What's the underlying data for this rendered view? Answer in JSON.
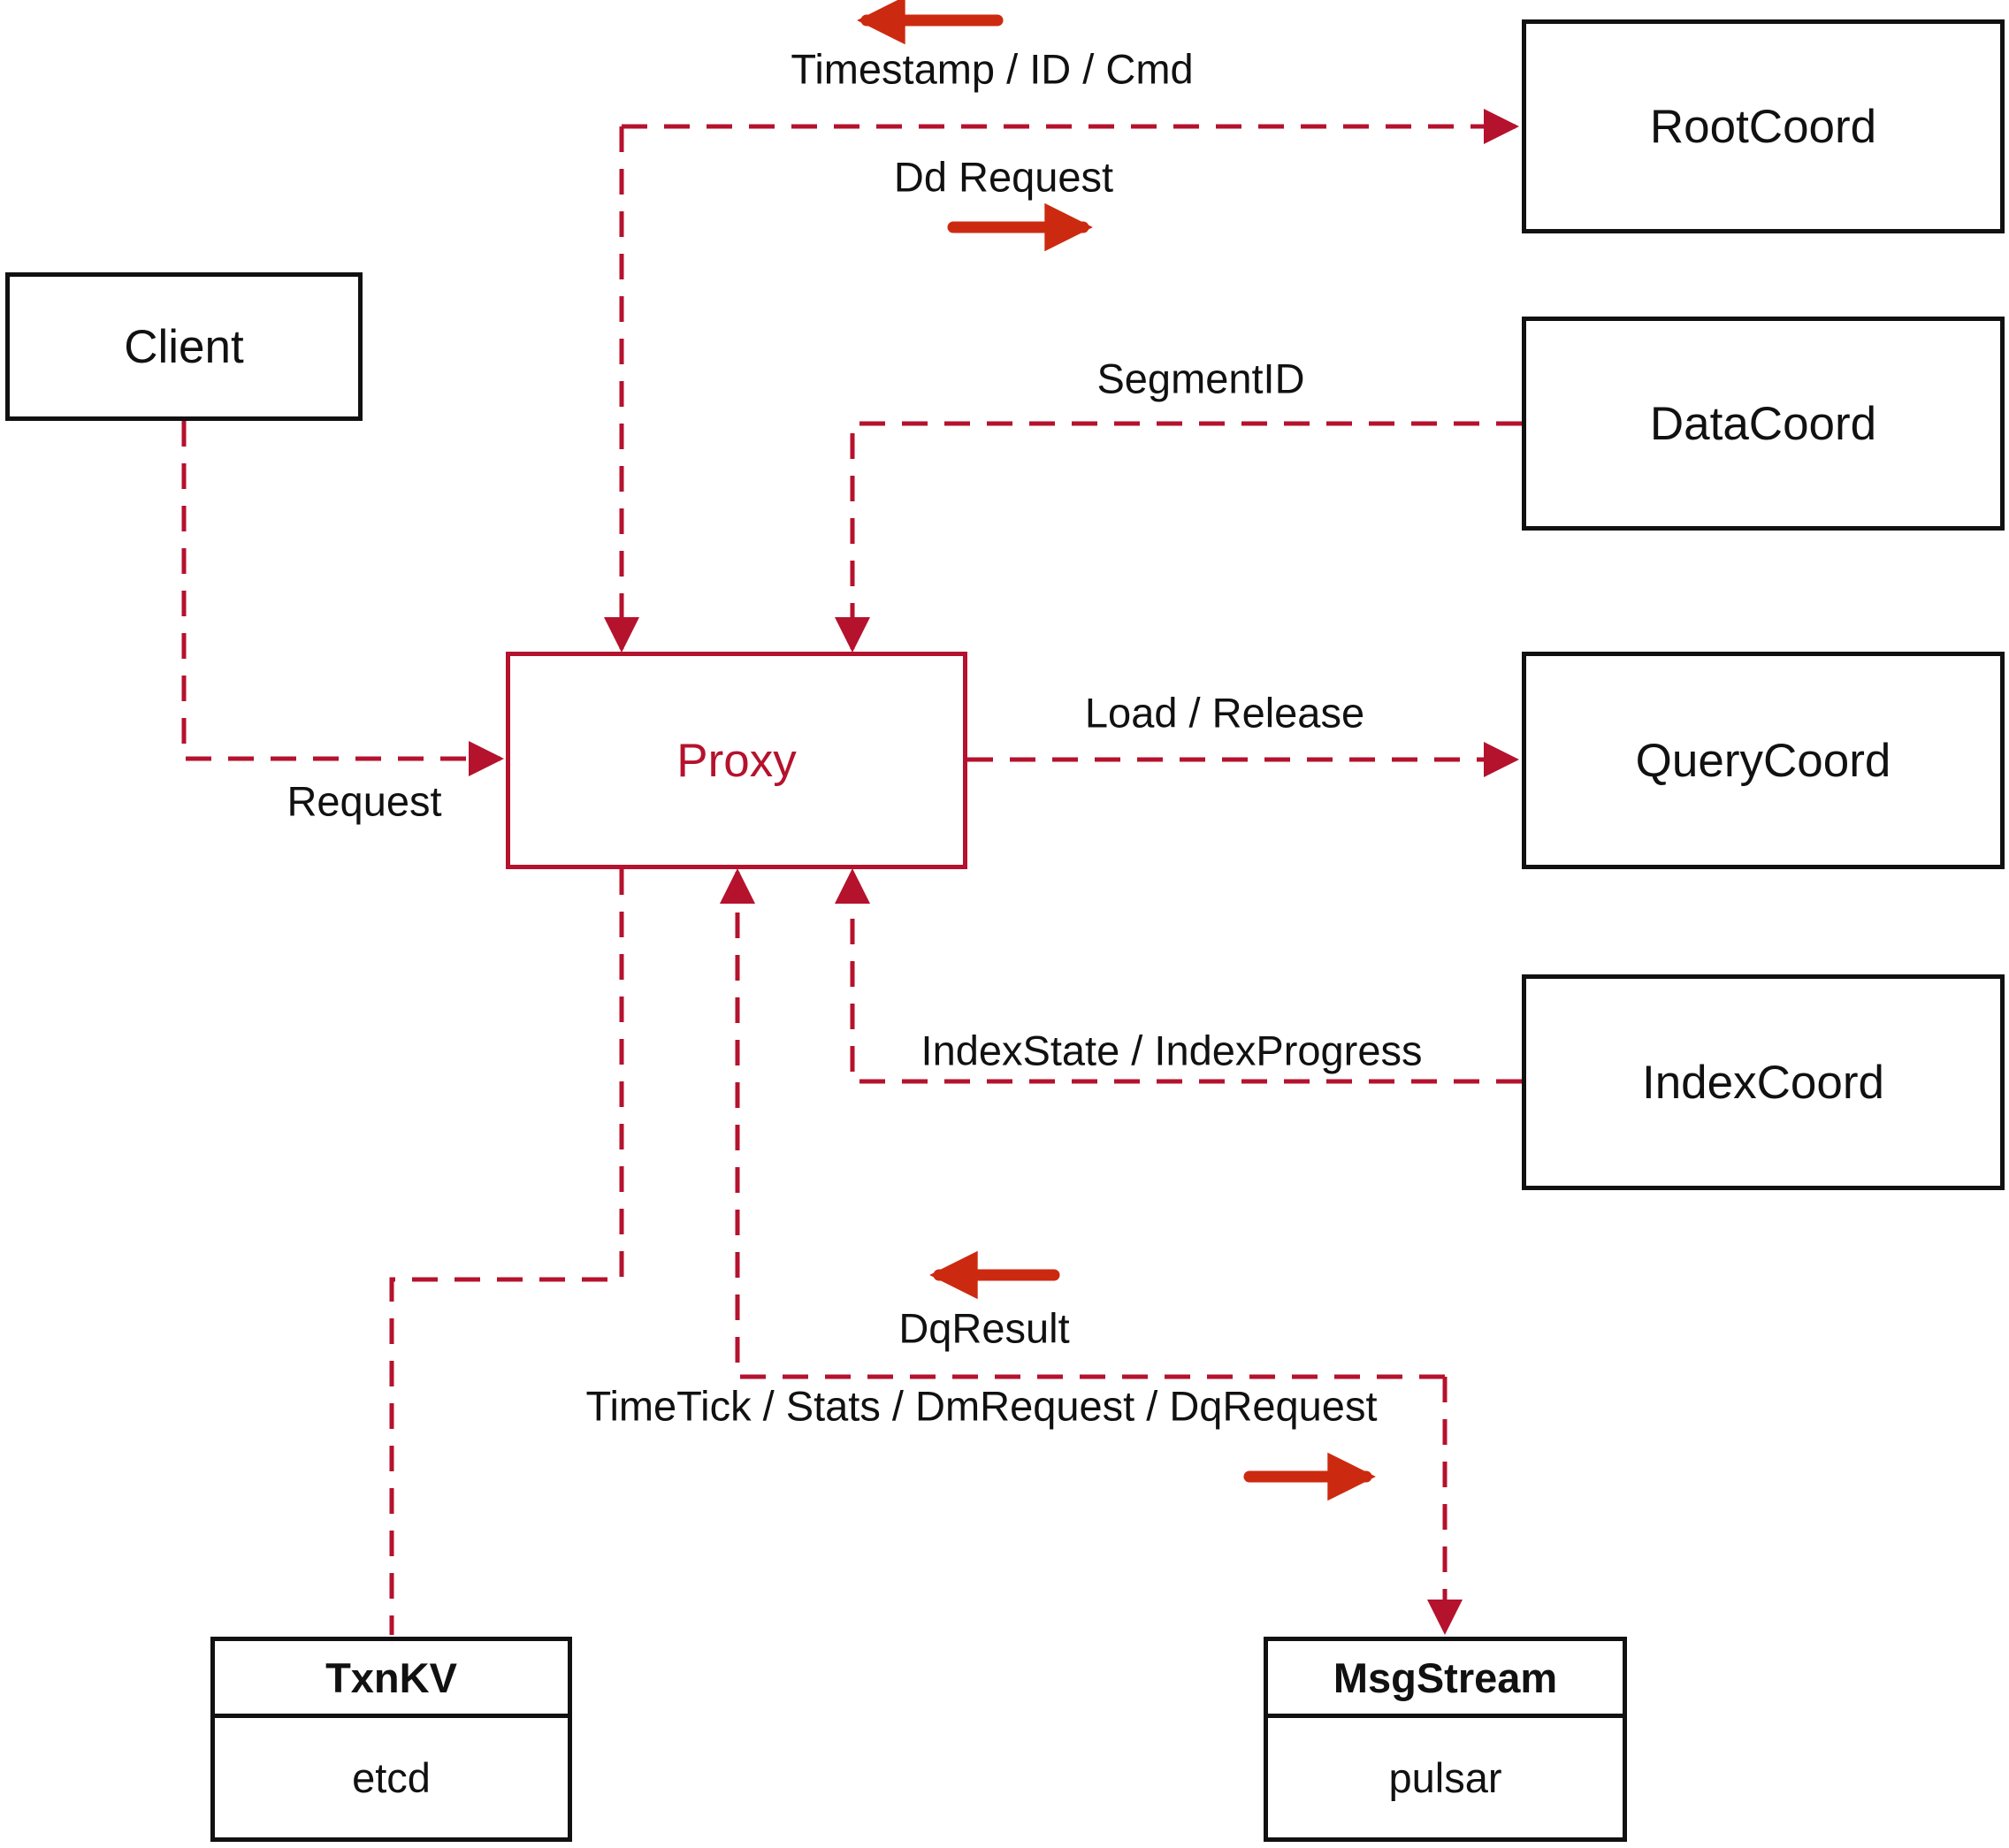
{
  "colors": {
    "connector": "#b5122d",
    "solid_arrow": "#cc2a10",
    "box_border": "#111111",
    "proxy_accent": "#b5122d"
  },
  "nodes": {
    "client": {
      "label": "Client"
    },
    "proxy": {
      "label": "Proxy"
    },
    "rootcoord": {
      "label": "RootCoord"
    },
    "datacoord": {
      "label": "DataCoord"
    },
    "querycoord": {
      "label": "QueryCoord"
    },
    "indexcoord": {
      "label": "IndexCoord"
    },
    "txnkv": {
      "title": "TxnKV",
      "sub": "etcd"
    },
    "msgstream": {
      "title": "MsgStream",
      "sub": "pulsar"
    }
  },
  "edge_labels": {
    "timestamp": "Timestamp / ID / Cmd",
    "dd_request": "Dd Request",
    "segment_id": "SegmentID",
    "load_release": "Load / Release",
    "request": "Request",
    "index_state": "IndexState / IndexProgress",
    "dq_result": "DqResult",
    "timetick": "TimeTick / Stats / DmRequest / DqRequest"
  }
}
